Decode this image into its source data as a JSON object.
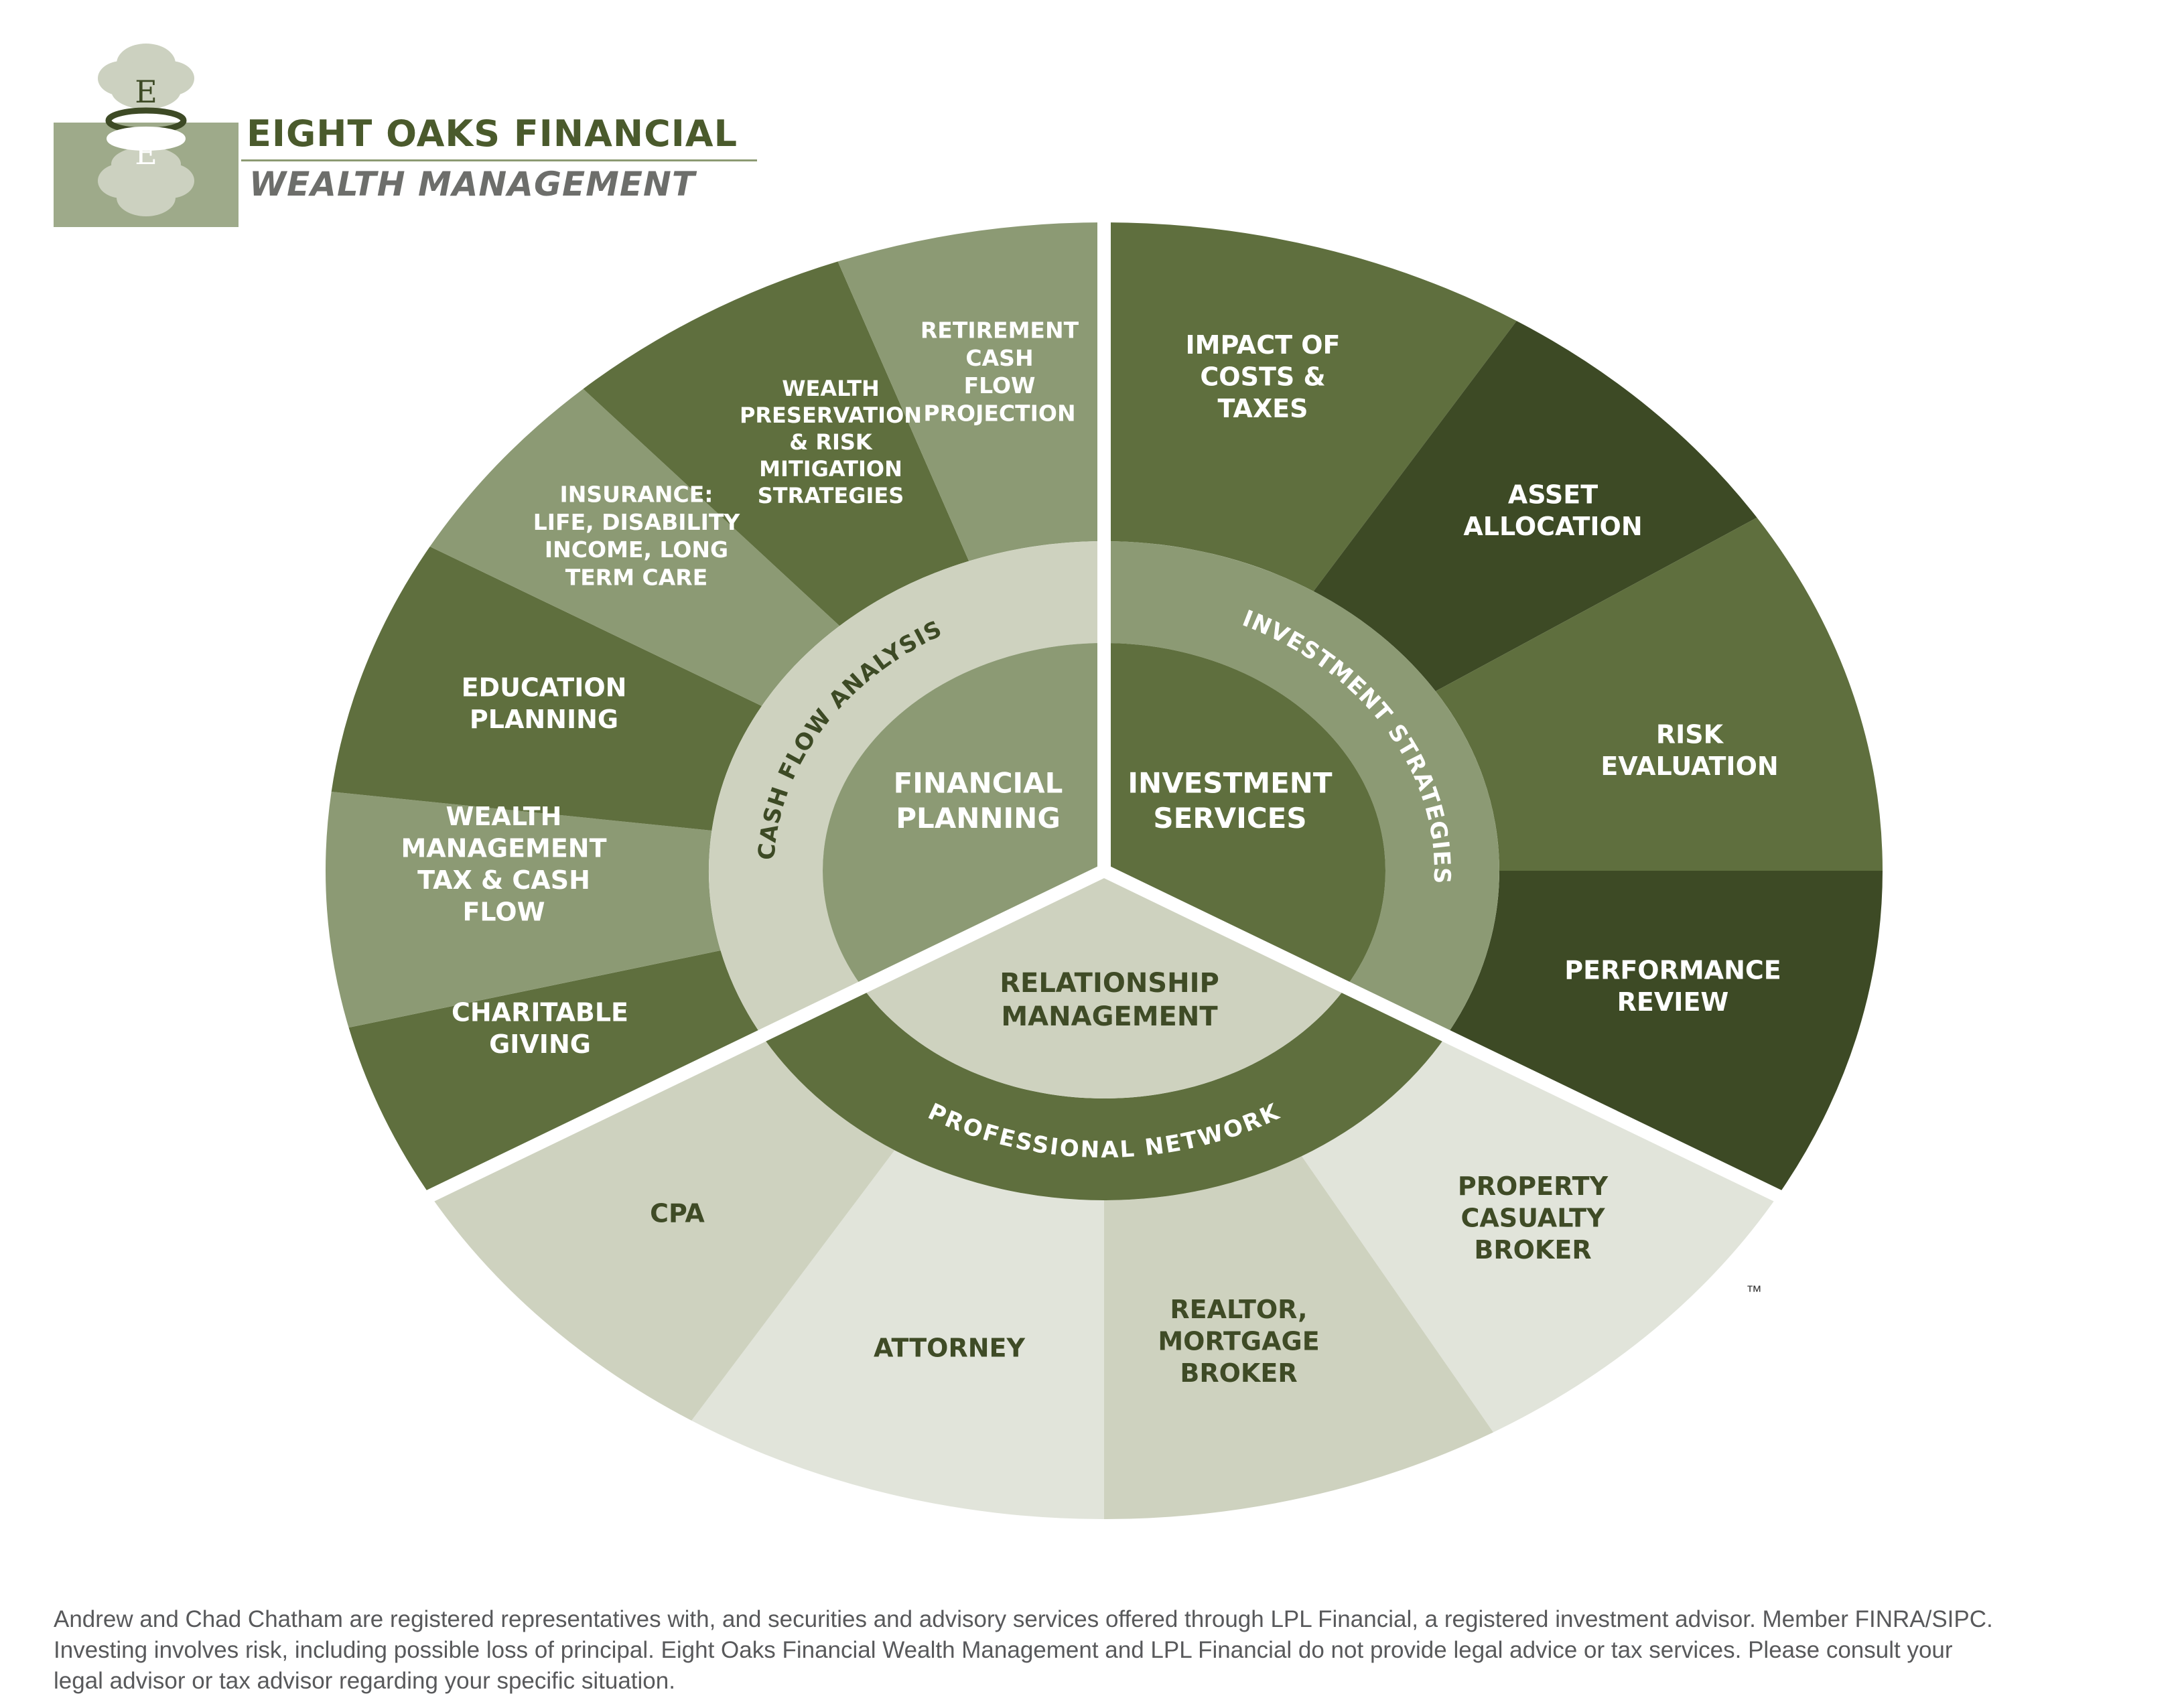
{
  "brand": {
    "name": "EIGHT OAKS FINANCIAL",
    "tagline": "WEALTH MANAGEMENT",
    "logo_letters": "E O E",
    "trademark": "™"
  },
  "colors": {
    "olive_dark": "#3d4a25",
    "olive_mid": "#5f6f3e",
    "olive_light": "#8c9a74",
    "sage_light": "#ced2bf",
    "sage_pale": "#e1e4da",
    "hub_light": "#ced2bf",
    "white": "#ffffff"
  },
  "diagram": {
    "hubs": {
      "financial_planning": [
        "FINANCIAL",
        "PLANNING"
      ],
      "investment_services": [
        "INVESTMENT",
        "SERVICES"
      ],
      "relationship_management": [
        "RELATIONSHIP",
        "MANAGEMENT"
      ]
    },
    "rings": {
      "cash_flow_analysis": "CASH FLOW ANALYSIS",
      "investment_strategies": "INVESTMENT STRATEGIES",
      "professional_network": "PROFESSIONAL NETWORK"
    },
    "financial_planning_segments": [
      {
        "lines": [
          "CHARITABLE",
          "GIVING"
        ]
      },
      {
        "lines": [
          "WEALTH",
          "MANAGEMENT",
          "TAX & CASH",
          "FLOW"
        ]
      },
      {
        "lines": [
          "EDUCATION",
          "PLANNING"
        ]
      },
      {
        "lines": [
          "INSURANCE:",
          "LIFE, DISABILITY",
          "INCOME, LONG",
          "TERM CARE"
        ]
      },
      {
        "lines": [
          "WEALTH",
          "PRESERVATION",
          "& RISK",
          "MITIGATION",
          "STRATEGIES"
        ]
      },
      {
        "lines": [
          "RETIREMENT",
          "CASH",
          "FLOW",
          "PROJECTION"
        ]
      }
    ],
    "investment_segments": [
      {
        "lines": [
          "IMPACT OF",
          "COSTS &",
          "TAXES"
        ]
      },
      {
        "lines": [
          "ASSET",
          "ALLOCATION"
        ]
      },
      {
        "lines": [
          "RISK",
          "EVALUATION"
        ]
      },
      {
        "lines": [
          "PERFORMANCE",
          "REVIEW"
        ]
      }
    ],
    "network_segments": [
      {
        "lines": [
          "PROPERTY",
          "CASUALTY",
          "BROKER"
        ]
      },
      {
        "lines": [
          "REALTOR,",
          "MORTGAGE",
          "BROKER"
        ]
      },
      {
        "lines": [
          "ATTORNEY"
        ]
      },
      {
        "lines": [
          "CPA"
        ]
      }
    ]
  },
  "disclaimer": [
    "Andrew and Chad Chatham are registered representatives with, and securities and advisory services offered through LPL Financial, a registered investment advisor. Member FINRA/SIPC.",
    "Investing involves risk, including possible loss of principal. Eight Oaks Financial Wealth Management and LPL Financial do not provide legal advice or tax services. Please consult your",
    "legal advisor or tax advisor regarding your specific situation."
  ]
}
